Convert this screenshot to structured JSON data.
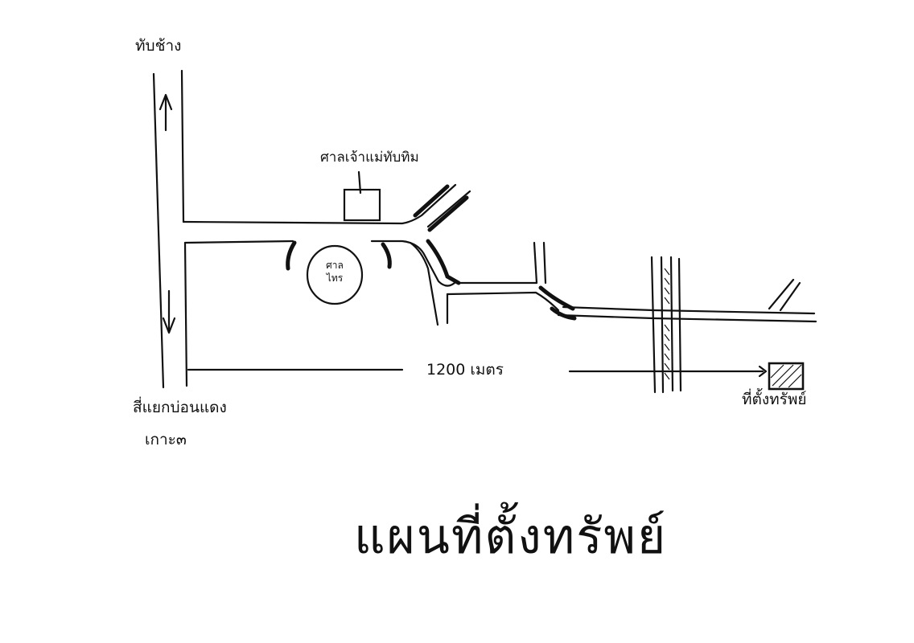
{
  "labels": {
    "north_direction": "ทับช้าง",
    "south_direction_line1": "สี่แยกบ่อนแดง",
    "south_direction_line2": "เกาะ๓",
    "shrine": "ศาลเจ้าแม่ทับทิม",
    "roundabout_line1": "ศาล",
    "roundabout_line2": "ไทร",
    "distance": "1200 เมตร",
    "destination": "ที่ตั้งทรัพย์",
    "title": "แผนที่ตั้งทรัพย์"
  },
  "colors": {
    "ink": "#111111",
    "paper": "#ffffff"
  }
}
